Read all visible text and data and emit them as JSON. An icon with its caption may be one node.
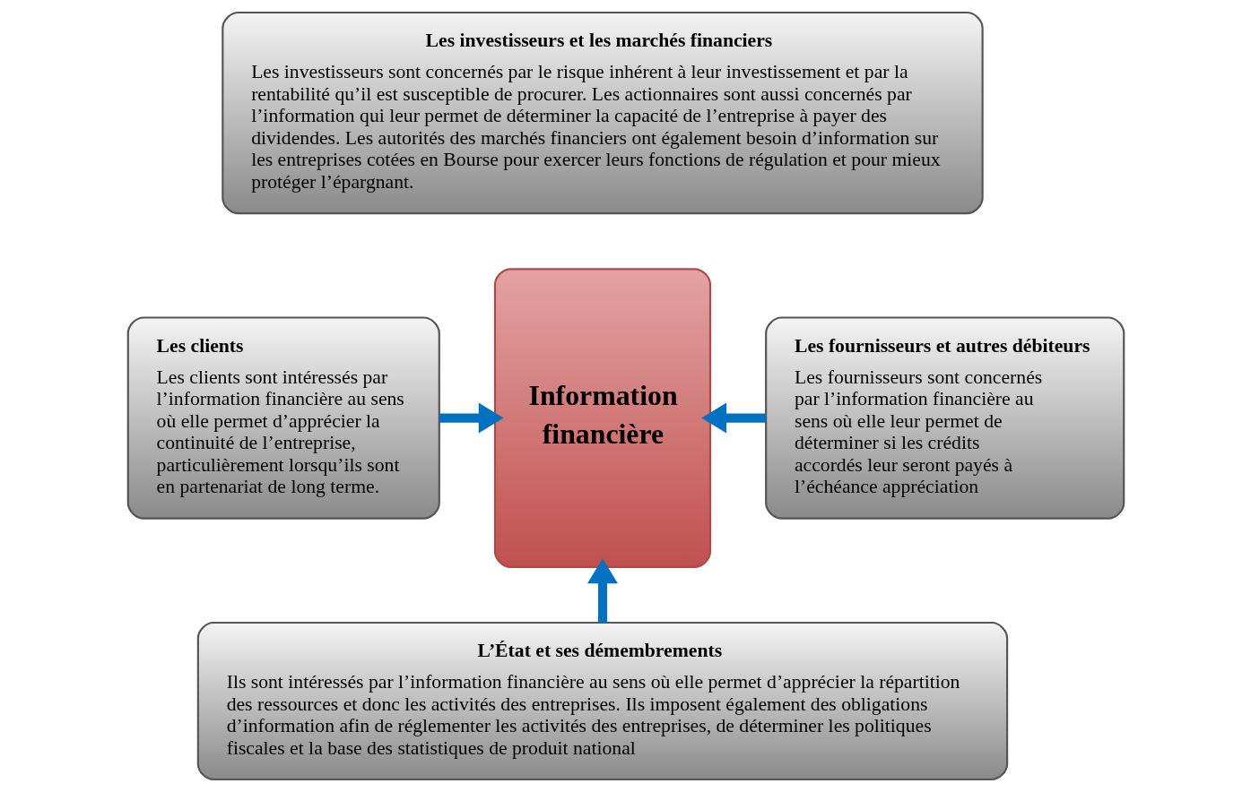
{
  "diagram": {
    "nodes": [
      {
        "text": [
          "Les investisseurs et les marchés financiers",
          "Les investisseurs sont concernés par le risque inhérent à leur investissement et par la rentabilité qu’il est susceptible de procurer. Les actionnaires sont aussi concernés par l’information qui leur permet de déterminer la capacité de l’entreprise à payer des dividendes. Les autorités des marchés financiers ont également besoin d’information sur les entreprises cotées en Bourse pour exercer leurs fonctions de régulation et pour mieux protéger l’épargnant."
        ]
      },
      {
        "text": [
          "Les clients",
          "Les clients sont intéressés par l’information financière au sens où elle permet d’apprécier la continuité de l’entreprise, particulièrement lorsqu’ils sont en partenariat de long terme."
        ]
      },
      {
        "text": [
          "Information financière"
        ]
      },
      {
        "text": [
          "Les fournisseurs et autres débiteurs",
          "Les fournisseurs sont concernés par l’information financière au sens où elle leur permet de déterminer si les crédits accordés leur seront payés à l’échéance appréciation"
        ]
      },
      {
        "text": [
          "L’État et ses démembrements",
          "Ils sont intéressés par l’information financière au sens où elle permet d’apprécier la répartition des ressources et donc les activités des entreprises. Ils imposent également des obligations d’information afin de réglementer les activités des entreprises, de déterminer les politiques fiscales et la base des statistiques de produit national"
        ]
      }
    ],
    "edges": [
      {
        "from": 1,
        "to": 2,
        "arrow": "to"
      },
      {
        "from": 3,
        "to": 2,
        "arrow": "to"
      },
      {
        "from": 4,
        "to": 2,
        "arrow": "to"
      }
    ]
  }
}
